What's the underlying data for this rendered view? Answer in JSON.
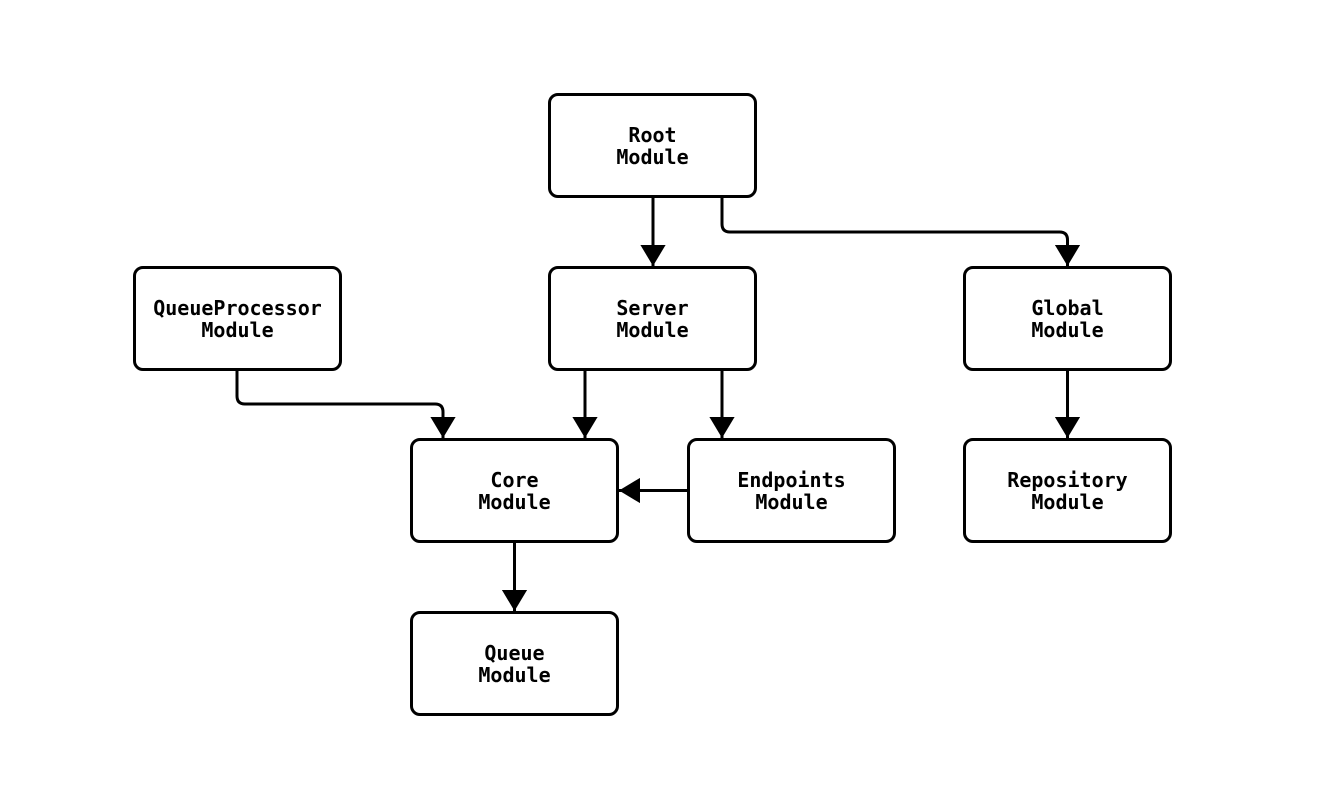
{
  "diagram": {
    "type": "module-dependency-flowchart",
    "colors": {
      "node_border": "#000000",
      "node_fill": "#ffffff",
      "edge": "#000000",
      "text": "#000000",
      "background": "#ffffff"
    },
    "nodes": {
      "root": {
        "label": "Root\nModule"
      },
      "server": {
        "label": "Server\nModule"
      },
      "queueprocessor": {
        "label": "QueueProcessor\nModule"
      },
      "global": {
        "label": "Global\nModule"
      },
      "core": {
        "label": "Core\nModule"
      },
      "endpoints": {
        "label": "Endpoints\nModule"
      },
      "repository": {
        "label": "Repository\nModule"
      },
      "queue": {
        "label": "Queue\nModule"
      }
    },
    "edges": [
      {
        "from": "root",
        "to": "server"
      },
      {
        "from": "root",
        "to": "global"
      },
      {
        "from": "queueprocessor",
        "to": "core"
      },
      {
        "from": "server",
        "to": "core"
      },
      {
        "from": "server",
        "to": "endpoints"
      },
      {
        "from": "endpoints",
        "to": "core"
      },
      {
        "from": "core",
        "to": "queue"
      },
      {
        "from": "global",
        "to": "repository"
      }
    ]
  }
}
